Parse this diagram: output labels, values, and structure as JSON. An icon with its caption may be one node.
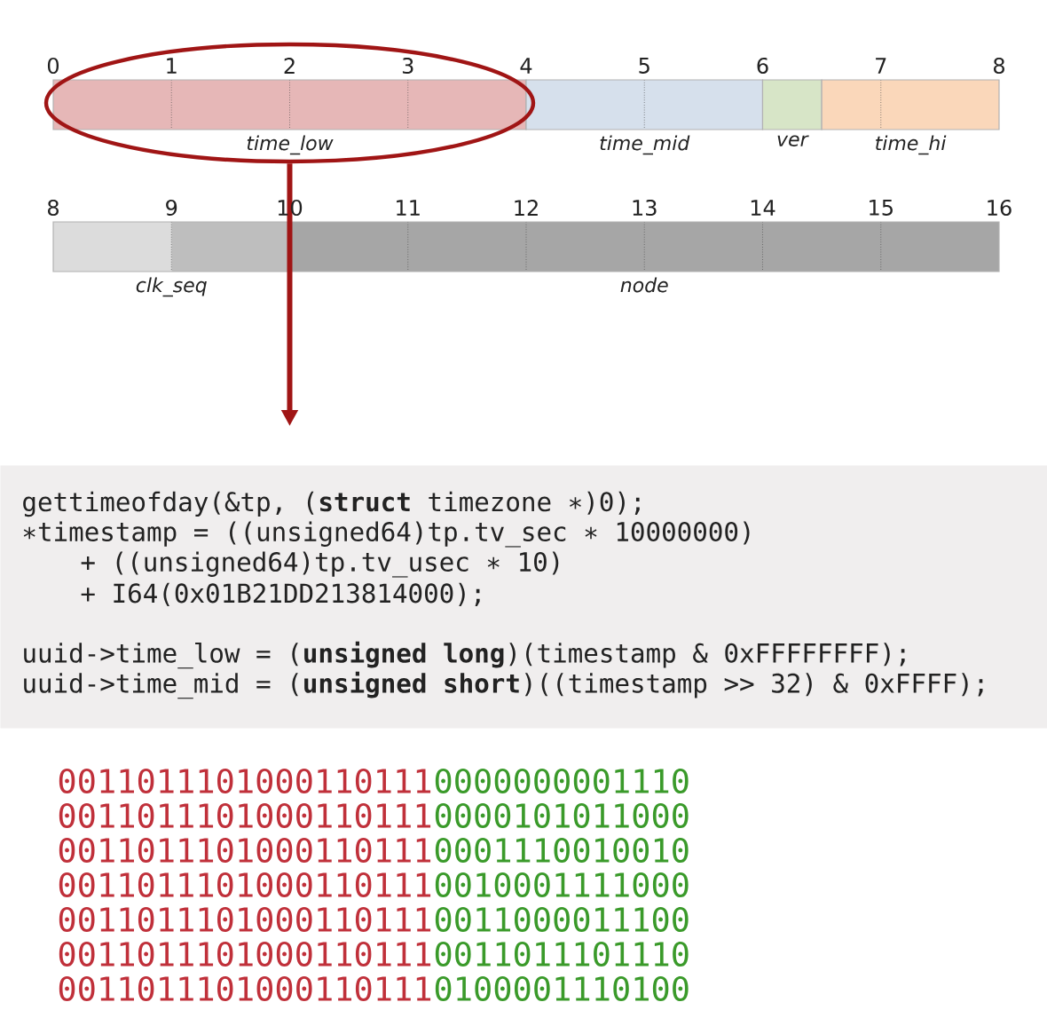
{
  "diagram": {
    "nodes": [
      {
        "text": [
          "time_low"
        ],
        "in": 6
      },
      {
        "text": [
          "time_mid"
        ]
      },
      {
        "text": [
          "ver"
        ]
      },
      {
        "text": [
          "time_hi"
        ]
      },
      {
        "text": [
          "clk_seq"
        ]
      },
      {
        "text": [
          "node"
        ]
      },
      {
        "text": [],
        "shape": "ellipse"
      },
      {
        "text": [
          "gettimeofday(&tp, (**struct** timezone ∗)0);",
          "∗timestamp = ((unsigned64)tp.tv_sec ∗ 10000000)",
          "+ ((unsigned64)tp.tv_usec ∗ 10)",
          "+ I64(0x01B21DD213814000);",
          "uuid->time_low = (**unsigned long**)(timestamp & 0xFFFFFFFF);",
          "uuid->time_mid = (**unsigned short**)((timestamp >> 32) & 0xFFFF);"
        ]
      }
    ],
    "edges": [
      {
        "from": 6,
        "to": 7,
        "arrow": "to"
      }
    ],
    "labels": [
      "0",
      "1",
      "2",
      "3",
      "4",
      "5",
      "6",
      "7",
      "8",
      "8",
      "9",
      "10",
      "11",
      "12",
      "13",
      "14",
      "15",
      "16",
      "0011011101000110111",
      "0000000001110",
      "0011011101000110111",
      "0000101011000",
      "0011011101000110111",
      "0001110010010",
      "0011011101000110111",
      "0010001111000",
      "0011011101000110111",
      "0011000011100",
      "0011011101000110111",
      "0011011101110",
      "0011011101000110111",
      "0100001110100"
    ]
  }
}
